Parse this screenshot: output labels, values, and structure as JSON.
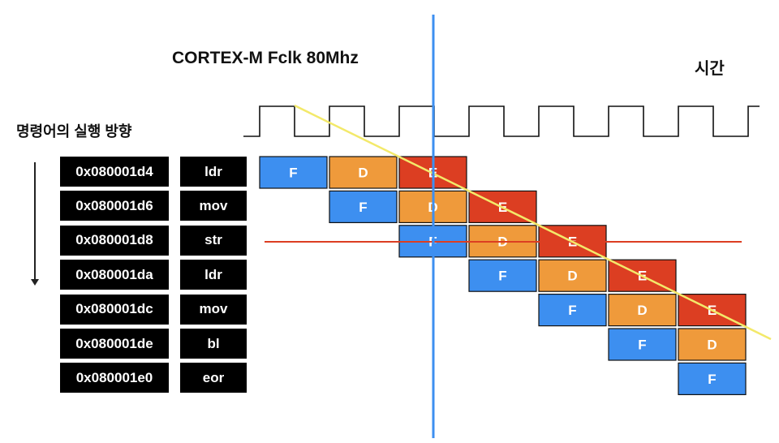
{
  "title": "CORTEX-M Fclk 80Mhz",
  "time_label": "시간",
  "direction_label": "명령어의 실행 방향",
  "instructions": [
    {
      "addr": "0x080001d4",
      "op": "ldr"
    },
    {
      "addr": "0x080001d6",
      "op": "mov"
    },
    {
      "addr": "0x080001d8",
      "op": "str"
    },
    {
      "addr": "0x080001da",
      "op": "ldr"
    },
    {
      "addr": "0x080001dc",
      "op": "mov"
    },
    {
      "addr": "0x080001de",
      "op": "bl"
    },
    {
      "addr": "0x080001e0",
      "op": "eor"
    }
  ],
  "stages": [
    {
      "name": "F",
      "color": "#3d8ff0"
    },
    {
      "name": "D",
      "color": "#ef9a3b"
    },
    {
      "name": "E",
      "color": "#dc3e22"
    }
  ],
  "pipeline": [
    [
      "F",
      "D",
      "E"
    ],
    [
      "F",
      "D",
      "E"
    ],
    [
      "F",
      "D",
      "E"
    ],
    [
      "F",
      "D",
      "E"
    ],
    [
      "F",
      "D",
      "E"
    ],
    [
      "F",
      "D"
    ],
    [
      "F"
    ]
  ],
  "colors": {
    "cursor_vertical": "#3d8ff0",
    "cursor_horizontal": "#dc3e22",
    "diagonal": "#f3e96a"
  }
}
